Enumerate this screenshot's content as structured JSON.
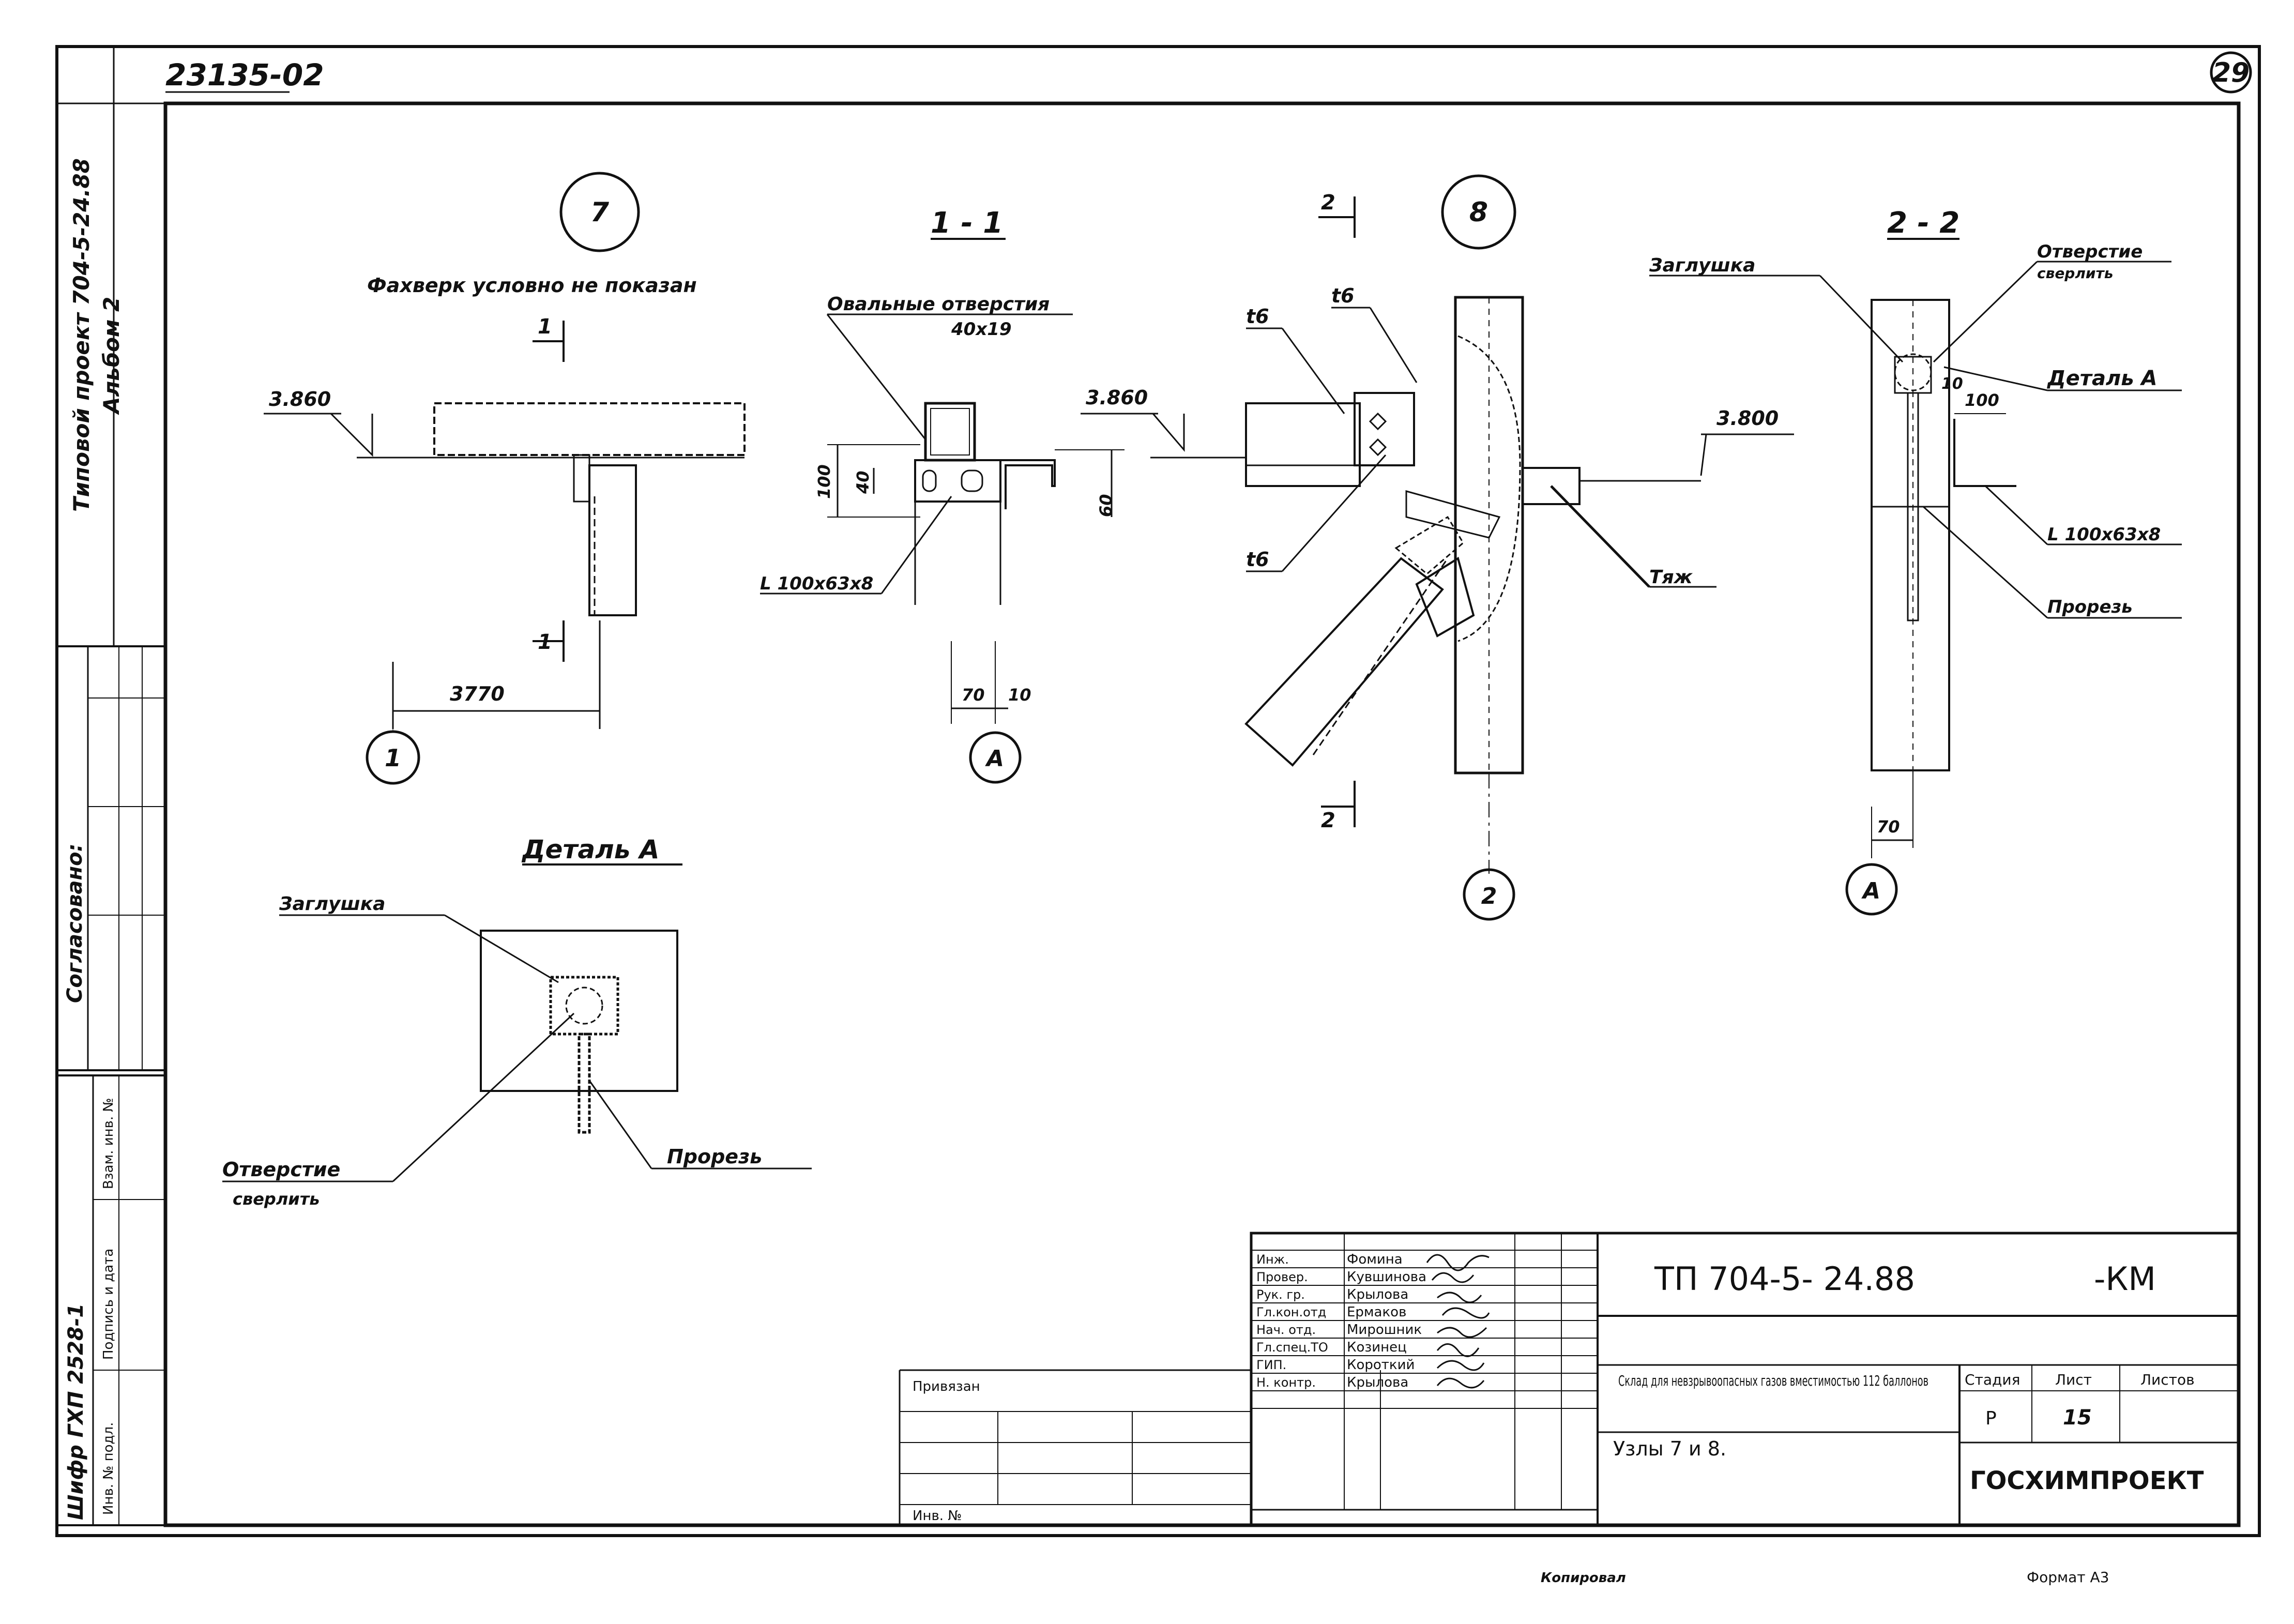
{
  "header": {
    "doc_number": "23135-02",
    "sheet_circle": "29"
  },
  "left_strip": {
    "project_line1": "Типовой проект 704-5-24.88",
    "project_line2": "Альбом 2",
    "agreed": "Согласовано:",
    "inv_no": "Инв. № подл.",
    "sign_date": "Подпись и дата",
    "vzam": "Взам. инв. №",
    "cipher": "Шифр ГХП 2528-1"
  },
  "node7": {
    "circle": "7",
    "note": "Фахверк условно не показан",
    "level": "3.860",
    "dim": "3770",
    "axis": "1",
    "section_mark": "1"
  },
  "sec11": {
    "title": "1 - 1",
    "holes_label": "Овальные отверстия",
    "holes_size": "40х19",
    "dim_100": "100",
    "dim_40": "40",
    "dim_60": "60",
    "angle": "L 100х63х8",
    "dim_70": "70",
    "dim_10": "10",
    "axis": "А"
  },
  "node8": {
    "circle": "8",
    "section_mark": "2",
    "t6_a": "t6",
    "t6_b": "t6",
    "t6_c": "t6",
    "level_left": "3.860",
    "level_right": "3.800",
    "tie": "Тяж",
    "axis": "2"
  },
  "sec22": {
    "title": "2 - 2",
    "plug": "Заглушка",
    "hole1": "Отверстие",
    "hole2": "сверлить",
    "detail": "Деталь А",
    "dim_10": "10",
    "dim_100": "100",
    "angle": "L 100х63х8",
    "slot": "Прорезь",
    "dim_70": "70",
    "axis": "А"
  },
  "detailA": {
    "title": "Деталь А",
    "plug": "Заглушка",
    "hole1": "Отверстие",
    "hole2": "сверлить",
    "slot": "Прорезь"
  },
  "titleblock": {
    "roles": [
      "Инж.",
      "Провер.",
      "Рук. гр.",
      "Гл.кон.отд",
      "Нач. отд.",
      "Гл.спец.ТО",
      "ГИП.",
      "Н. контр."
    ],
    "names": [
      "Фомина",
      "Кувшинова",
      "Крылова",
      "Ермаков",
      "Мирошник",
      "Козинец",
      "Короткий",
      "Крылова"
    ],
    "privyazan": "Привязан",
    "inv_no": "Инв. №",
    "code": "ТП 704-5- 24.88",
    "km": "-КМ",
    "desc": "Склад для невзрывоопасных газов вместимостью 112 баллонов",
    "nodes": "Узлы 7 и 8.",
    "stage_h": "Стадия",
    "sheet_h": "Лист",
    "sheets_h": "Листов",
    "stage": "Р",
    "sheet": "15",
    "org": "ГОСХИМПРОЕКТ"
  },
  "footer": {
    "copied": "Копировал",
    "format": "Формат А3"
  }
}
